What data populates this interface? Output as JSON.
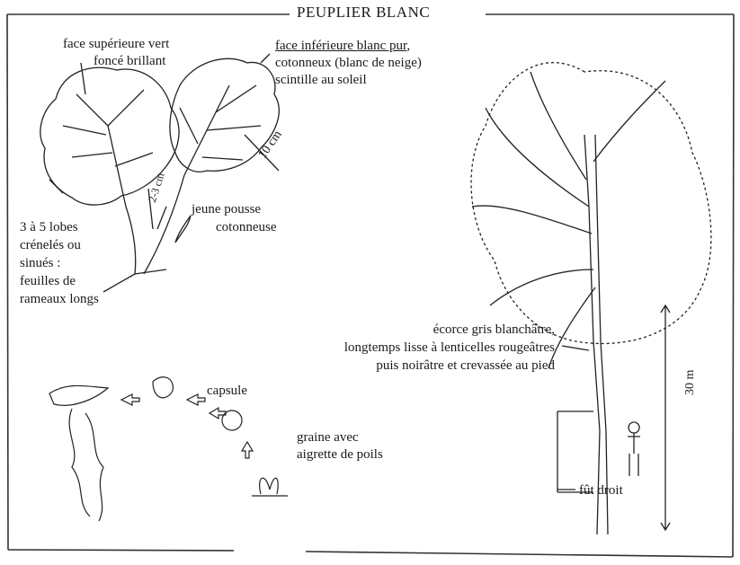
{
  "title": "PEUPLIER BLANC",
  "annotations": {
    "upper_face": [
      "face supérieure vert",
      "foncé brillant"
    ],
    "lower_face_underlined": "face inférieure blanc pur",
    "lower_face_rest": [
      ",",
      "cotonneux (blanc de neige)",
      "scintille au soleil"
    ],
    "leaf_length": "10 cm",
    "petiole_length": "2-3 cm",
    "young_shoot": [
      "jeune pousse",
      "cotonneuse"
    ],
    "lobes": [
      "3 à 5 lobes",
      "crénelés ou",
      "sinués :",
      "feuilles de",
      "rameaux longs"
    ],
    "capsule": "capsule",
    "seed": [
      "graine avec",
      "aigrette de poils"
    ],
    "bark": [
      "écorce gris blanchâtre,",
      "longtemps lisse à lenticelles rougeâtres",
      "puis noirâtre et crevassée au pied"
    ],
    "height": "30 m",
    "trunk": "fût droit"
  }
}
